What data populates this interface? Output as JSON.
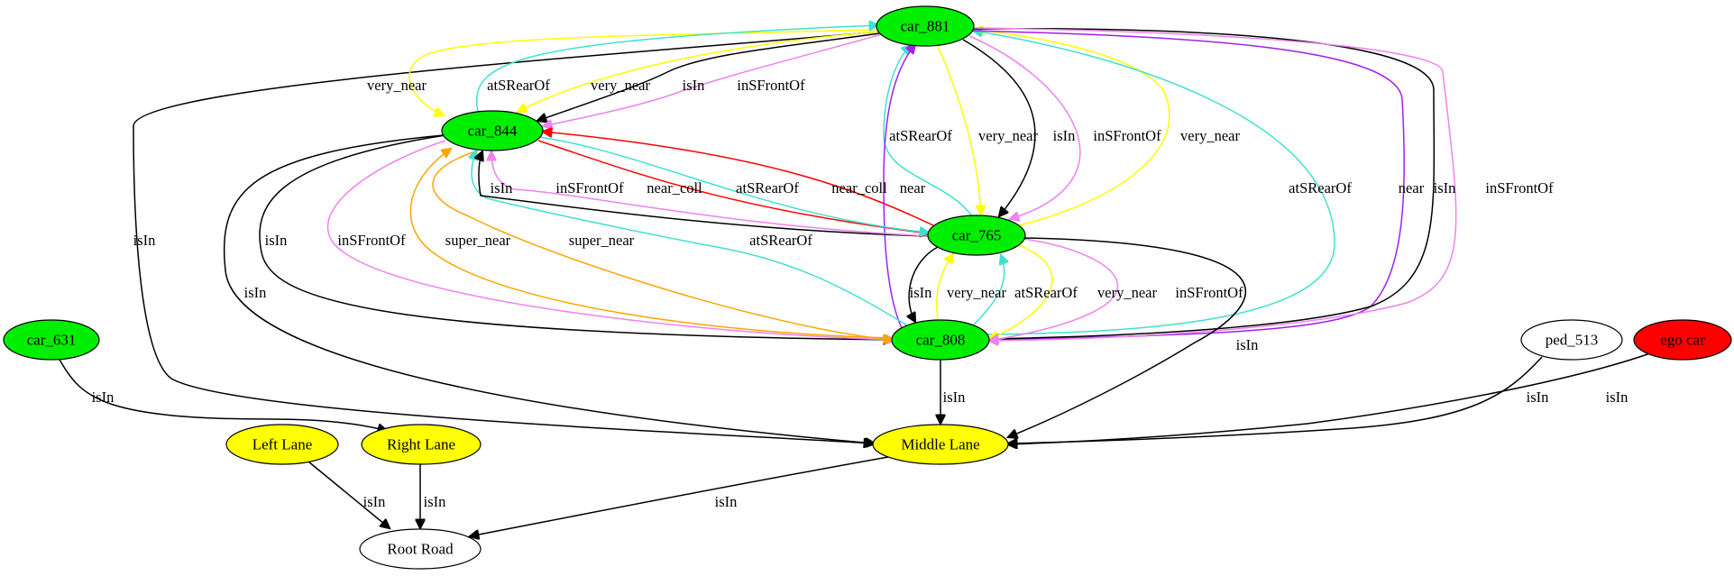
{
  "colors": {
    "car": "#00ee00",
    "lane": "#ffff00",
    "ego": "#ff0000",
    "plain": "#ffffff",
    "black": "#000000",
    "yellow": "#ffff00",
    "turquoise": "#40e0d0",
    "violet": "#ee82ee",
    "red": "#ff0000",
    "orange": "#ffa500",
    "purple": "#a020f0"
  },
  "nodes": [
    {
      "id": "car_881",
      "label": "car_881",
      "fill": "car"
    },
    {
      "id": "car_844",
      "label": "car_844",
      "fill": "car"
    },
    {
      "id": "car_765",
      "label": "car_765",
      "fill": "car"
    },
    {
      "id": "car_808",
      "label": "car_808",
      "fill": "car"
    },
    {
      "id": "car_631",
      "label": "car_631",
      "fill": "car"
    },
    {
      "id": "ped_513",
      "label": "ped_513",
      "fill": "plain"
    },
    {
      "id": "ego",
      "label": "ego car",
      "fill": "ego"
    },
    {
      "id": "left_lane",
      "label": "Left Lane",
      "fill": "lane"
    },
    {
      "id": "right_lane",
      "label": "Right Lane",
      "fill": "lane"
    },
    {
      "id": "middle_lane",
      "label": "Middle Lane",
      "fill": "lane"
    },
    {
      "id": "root_road",
      "label": "Root Road",
      "fill": "plain"
    }
  ],
  "edges": [
    {
      "id": "e1",
      "from": "car_881",
      "to": "middle_lane",
      "label": "isIn",
      "color": "black"
    },
    {
      "id": "e2",
      "from": "car_881",
      "to": "car_844",
      "label": "very_near",
      "color": "yellow"
    },
    {
      "id": "e3",
      "from": "car_844",
      "to": "car_881",
      "label": "atSRearOf",
      "color": "turquoise"
    },
    {
      "id": "e4",
      "from": "car_881",
      "to": "car_844",
      "label": "very_near",
      "color": "yellow"
    },
    {
      "id": "e5",
      "from": "car_881",
      "to": "car_844",
      "label": "isIn",
      "color": "black"
    },
    {
      "id": "e6",
      "from": "car_881",
      "to": "car_844",
      "label": "inSFrontOf",
      "color": "violet"
    },
    {
      "id": "e7",
      "from": "car_765",
      "to": "car_881",
      "label": "atSRearOf",
      "color": "turquoise"
    },
    {
      "id": "e8",
      "from": "car_881",
      "to": "car_765",
      "label": "very_near",
      "color": "yellow"
    },
    {
      "id": "e9",
      "from": "car_881",
      "to": "car_765",
      "label": "isIn",
      "color": "black"
    },
    {
      "id": "e10",
      "from": "car_881",
      "to": "car_765",
      "label": "inSFrontOf",
      "color": "violet"
    },
    {
      "id": "e11",
      "from": "car_765",
      "to": "car_881",
      "label": "very_near",
      "color": "yellow"
    },
    {
      "id": "e12",
      "from": "car_808",
      "to": "car_881",
      "label": "atSRearOf",
      "color": "turquoise"
    },
    {
      "id": "e13",
      "from": "car_881",
      "to": "car_808",
      "label": "near",
      "color": "purple"
    },
    {
      "id": "e14",
      "from": "car_881",
      "to": "car_808",
      "label": "isIn",
      "color": "black"
    },
    {
      "id": "e15",
      "from": "car_881",
      "to": "car_808",
      "label": "inSFrontOf",
      "color": "violet"
    },
    {
      "id": "e16",
      "from": "car_765",
      "to": "car_844",
      "label": "near_coll",
      "color": "red"
    },
    {
      "id": "e17",
      "from": "car_808",
      "to": "car_881",
      "label": "near",
      "color": "purple"
    },
    {
      "id": "e18",
      "from": "car_844",
      "to": "car_808",
      "label": "isIn",
      "color": "black"
    },
    {
      "id": "e19",
      "from": "car_844",
      "to": "middle_lane",
      "label": "isIn",
      "color": "black"
    },
    {
      "id": "e20",
      "from": "car_844",
      "to": "car_808",
      "label": "inSFrontOf",
      "color": "violet"
    },
    {
      "id": "e21",
      "from": "car_808",
      "to": "car_844",
      "label": "super_near",
      "color": "orange"
    },
    {
      "id": "e22",
      "from": "car_844",
      "to": "car_808",
      "label": "super_near",
      "color": "orange"
    },
    {
      "id": "e23",
      "from": "car_808",
      "to": "car_844",
      "label": "atSRearOf",
      "color": "turquoise"
    },
    {
      "id": "e24",
      "from": "car_765",
      "to": "car_844",
      "label": "isIn",
      "color": "black"
    },
    {
      "id": "e25",
      "from": "car_765",
      "to": "car_844",
      "label": "inSFrontOf",
      "color": "violet"
    },
    {
      "id": "e26",
      "from": "car_844",
      "to": "car_765",
      "label": "near_coll",
      "color": "red"
    },
    {
      "id": "e27",
      "from": "car_844",
      "to": "car_765",
      "label": "atSRearOf",
      "color": "turquoise"
    },
    {
      "id": "e28",
      "from": "car_765",
      "to": "car_808",
      "label": "isIn",
      "color": "black"
    },
    {
      "id": "e29",
      "from": "car_808",
      "to": "car_765",
      "label": "very_near",
      "color": "yellow"
    },
    {
      "id": "e30",
      "from": "car_808",
      "to": "car_765",
      "label": "atSRearOf",
      "color": "turquoise"
    },
    {
      "id": "e31",
      "from": "car_765",
      "to": "car_808",
      "label": "very_near",
      "color": "yellow"
    },
    {
      "id": "e32",
      "from": "car_765",
      "to": "car_808",
      "label": "inSFrontOf",
      "color": "violet"
    },
    {
      "id": "e33",
      "from": "car_765",
      "to": "middle_lane",
      "label": "isIn",
      "color": "black"
    },
    {
      "id": "e34",
      "from": "car_808",
      "to": "middle_lane",
      "label": "isIn",
      "color": "black"
    },
    {
      "id": "e35",
      "from": "car_631",
      "to": "right_lane",
      "label": "isIn",
      "color": "black"
    },
    {
      "id": "e36",
      "from": "ped_513",
      "to": "middle_lane",
      "label": "isIn",
      "color": "black"
    },
    {
      "id": "e37",
      "from": "ego",
      "to": "middle_lane",
      "label": "isIn",
      "color": "black"
    },
    {
      "id": "e38",
      "from": "left_lane",
      "to": "root_road",
      "label": "isIn",
      "color": "black"
    },
    {
      "id": "e39",
      "from": "right_lane",
      "to": "root_road",
      "label": "isIn",
      "color": "black"
    },
    {
      "id": "e40",
      "from": "middle_lane",
      "to": "root_road",
      "label": "isIn",
      "color": "black"
    }
  ]
}
